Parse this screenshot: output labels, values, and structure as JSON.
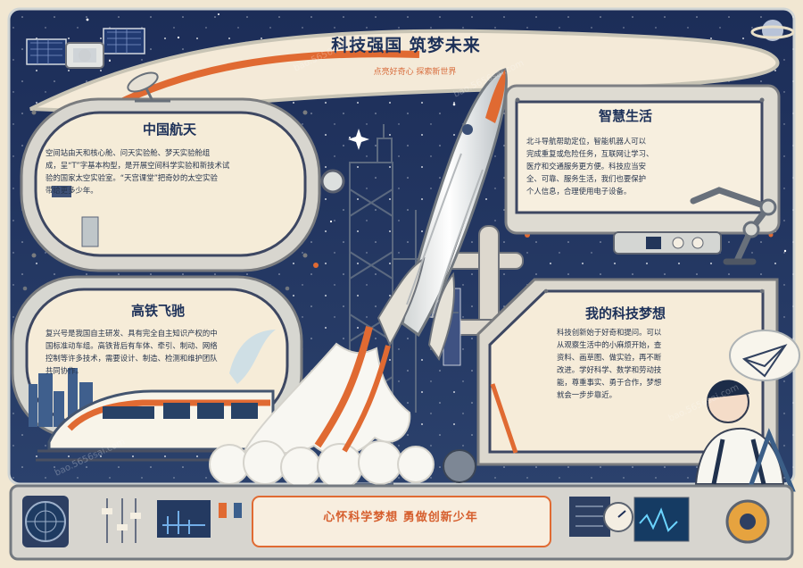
{
  "poster": {
    "title": "科技强国 筑梦未来",
    "subtitle": "点亮好奇心 探索新世界",
    "footer": "心怀科学梦想 勇做创新少年",
    "watermark": "bao.5656sai.com",
    "sections": {
      "space": {
        "heading": "中国航天",
        "lines": [
          "空间站由天和核心舱、问天实验舱、梦天实验舱组",
          "成，呈“T”字基本构型，是开展空间科学实验和新技术试",
          "验的国家太空实验室。“天宫课堂”把奇妙的太空实验",
          "带给更多少年。"
        ]
      },
      "smart": {
        "heading": "智慧生活",
        "lines": [
          "北斗导航帮助定位，智能机器人可以",
          "完成重复或危险任务，互联网让学习、",
          "医疗和交通服务更方便。科技应当安",
          "全、可靠、服务生活，我们也要保护",
          "个人信息，合理使用电子设备。"
        ]
      },
      "rail": {
        "heading": "高铁飞驰",
        "lines": [
          "复兴号是我国自主研发、具有完全自主知识产权的中",
          "国标准动车组。高铁背后有车体、牵引、制动、网络",
          "控制等许多技术，需要设计、制造、检测和维护团队",
          "共同协作。"
        ]
      },
      "dream": {
        "heading": "我的科技梦想",
        "lines": [
          "科技创新始于好奇和提问。可以",
          "从观察生活中的小麻烦开始，查",
          "资料、画草图、做实验，再不断",
          "改进。学好科学、数学和劳动技",
          "能，尊重事实、勇于合作，梦想",
          "就会一步步靠近。"
        ]
      }
    },
    "colors": {
      "navy": "#1e2f57",
      "paper": "#f5ecd9",
      "orange": "#e06a32",
      "steel": "#d9dde0"
    }
  }
}
